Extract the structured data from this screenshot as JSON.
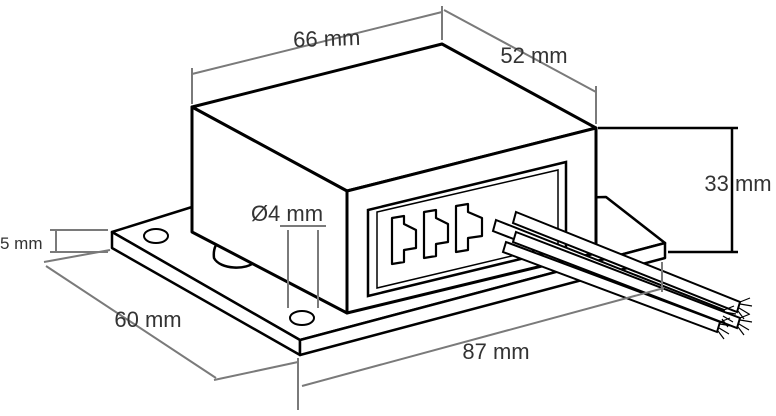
{
  "dimensions": {
    "top_width": "66 mm",
    "depth": "52 mm",
    "height": "33 mm",
    "hole_diameter": "Ø4 mm",
    "base_thickness": "5 mm",
    "base_width": "60 mm",
    "base_length": "87 mm"
  },
  "colors": {
    "outline": "#000000",
    "dimension_line": "#7a7a7a",
    "text": "#333333",
    "background": "#ffffff"
  }
}
